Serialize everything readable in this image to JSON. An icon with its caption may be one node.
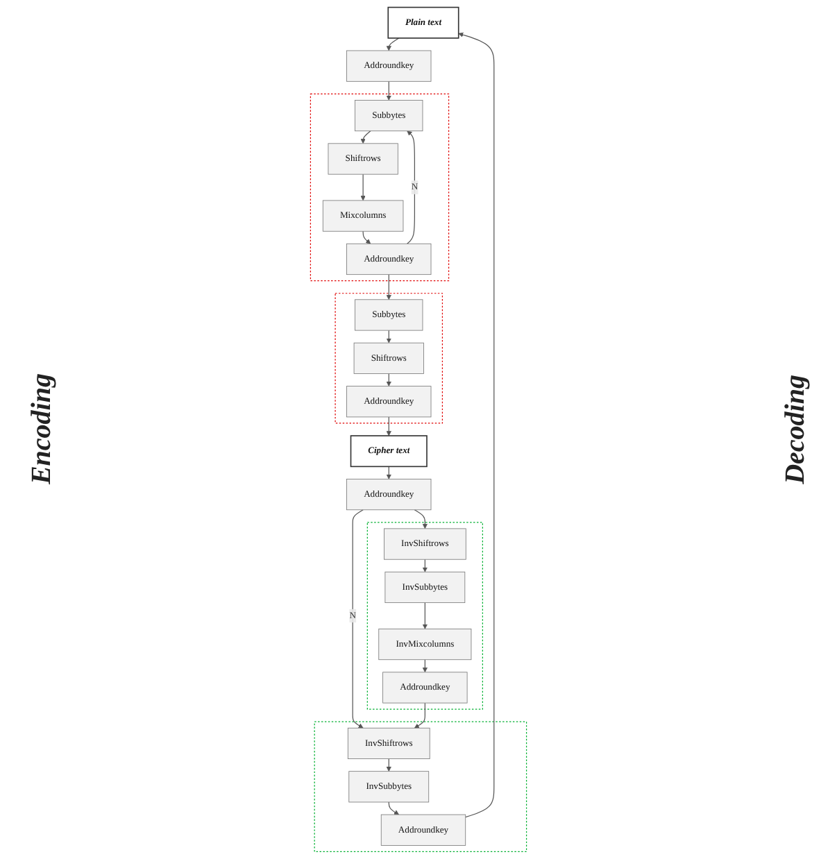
{
  "diagram": {
    "nodes": [
      {
        "text": [
          "Plain text"
        ]
      },
      {
        "text": [
          "Addroundkey"
        ]
      },
      {
        "text": [],
        "shape": "box"
      },
      {
        "text": [
          "Subbytes"
        ],
        "in": 2
      },
      {
        "text": [
          "Shiftrows"
        ],
        "in": 2
      },
      {
        "text": [
          "Mixcolumns"
        ],
        "in": 2
      },
      {
        "text": [
          "Addroundkey"
        ],
        "in": 2
      },
      {
        "text": [],
        "shape": "box"
      },
      {
        "text": [
          "Subbytes"
        ],
        "in": 7
      },
      {
        "text": [
          "Shiftrows"
        ],
        "in": 7
      },
      {
        "text": [
          "Addroundkey"
        ],
        "in": 7
      },
      {
        "text": [
          "Cipher text"
        ]
      },
      {
        "text": [
          "Addroundkey"
        ]
      },
      {
        "text": [],
        "shape": "box"
      },
      {
        "text": [
          "InvShiftrows"
        ],
        "in": 13
      },
      {
        "text": [
          "InvSubbytes"
        ],
        "in": 13
      },
      {
        "text": [
          "InvMixcolumns"
        ],
        "in": 13
      },
      {
        "text": [
          "Addroundkey"
        ],
        "in": 13
      },
      {
        "text": [],
        "shape": "box"
      },
      {
        "text": [
          "InvShiftrows"
        ],
        "in": 18
      },
      {
        "text": [
          "InvSubbytes"
        ],
        "in": 18
      },
      {
        "text": [
          "Addroundkey"
        ],
        "in": 18
      }
    ],
    "edges": [
      {
        "from": 0,
        "to": 1,
        "arrow": "to"
      },
      {
        "from": 1,
        "to": 3,
        "arrow": "to"
      },
      {
        "from": 3,
        "to": 4,
        "arrow": "to"
      },
      {
        "from": 4,
        "to": 5,
        "arrow": "to"
      },
      {
        "from": 5,
        "to": 6,
        "arrow": "to"
      },
      {
        "from": 6,
        "to": 3,
        "arrow": "to",
        "label": "N"
      },
      {
        "from": 6,
        "to": 8,
        "arrow": "to"
      },
      {
        "from": 8,
        "to": 9,
        "arrow": "to"
      },
      {
        "from": 9,
        "to": 10,
        "arrow": "to"
      },
      {
        "from": 10,
        "to": 11,
        "arrow": "to"
      },
      {
        "from": 11,
        "to": 12,
        "arrow": "to"
      },
      {
        "from": 12,
        "to": 14,
        "arrow": "to"
      },
      {
        "from": 14,
        "to": 15,
        "arrow": "to"
      },
      {
        "from": 15,
        "to": 16,
        "arrow": "to"
      },
      {
        "from": 16,
        "to": 17,
        "arrow": "to"
      },
      {
        "from": 12,
        "to": 19,
        "arrow": "to",
        "label": "N"
      },
      {
        "from": 17,
        "to": 19,
        "arrow": "to"
      },
      {
        "from": 19,
        "to": 20,
        "arrow": "to"
      },
      {
        "from": 20,
        "to": 21,
        "arrow": "to"
      },
      {
        "from": 21,
        "to": 0,
        "arrow": "to"
      }
    ],
    "labels": [
      "Encoding",
      "Decoding"
    ]
  }
}
